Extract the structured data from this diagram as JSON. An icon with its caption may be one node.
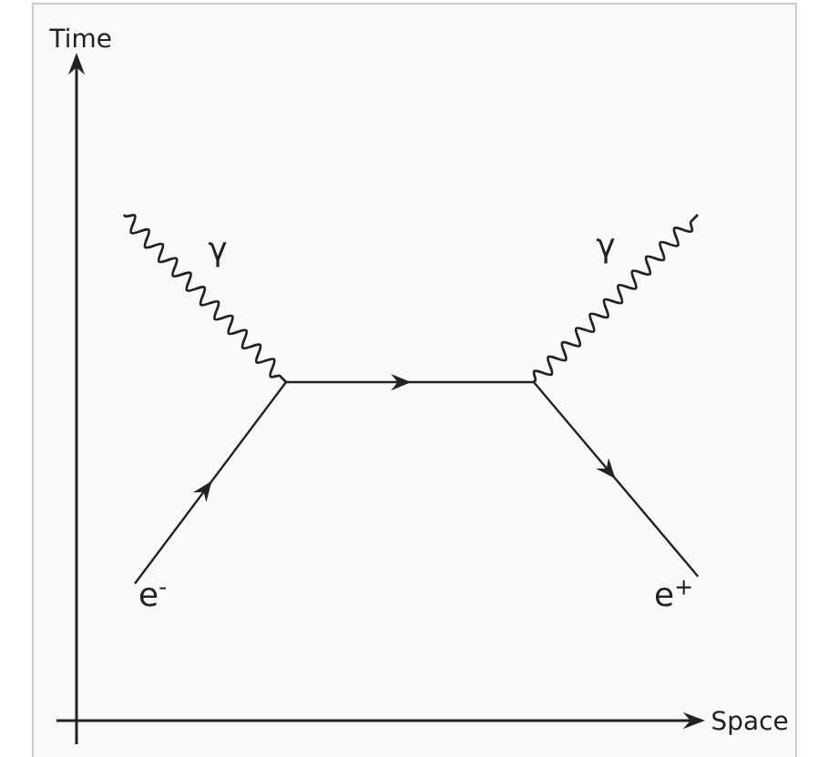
{
  "diagram": {
    "nodes": [
      {
        "text": [
          "e$^{-}$"
        ]
      },
      {
        "text": [
          "e$^{+}$"
        ]
      }
    ],
    "edges": [
      {
        "from": 0,
        "to": 1,
        "arrow": "to"
      }
    ],
    "labels": [
      "Time",
      "γ",
      "γ",
      "Space"
    ]
  }
}
